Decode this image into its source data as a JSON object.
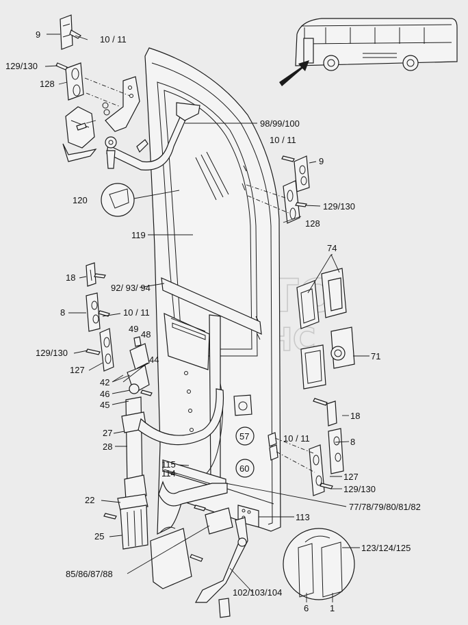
{
  "watermark": [
    "АВТО",
    "АЛЬЯНС"
  ],
  "labels": {
    "l9a": "9",
    "l10_11a": "10 / 11",
    "l129_130a": "129/130",
    "l128a": "128",
    "l98": "98/99/100",
    "l10_11b": "10 / 11",
    "l9b": "9",
    "l129_130b": "129/130",
    "l128b": "128",
    "l120": "120",
    "l119": "119",
    "l74": "74",
    "l18a": "18",
    "l92": "92/ 93/ 94",
    "l8a": "8",
    "l10_11c": "10 / 11",
    "l49": "49",
    "l48": "48",
    "l129_130c": "129/130",
    "l127a": "127",
    "l44": "44",
    "l42": "42",
    "l46": "46",
    "l45": "45",
    "l71": "71",
    "l18b": "18",
    "l27": "27",
    "l57": "57",
    "l10_11d": "10 / 11",
    "l8b": "8",
    "l28": "28",
    "l60": "60",
    "l115": "115",
    "l114": "114",
    "l127b": "127",
    "l129_130d": "129/130",
    "l22": "22",
    "l77": "77/78/79/80/81/82",
    "l113": "113",
    "l25": "25",
    "l123": "123/124/125",
    "l85": "85/86/87/88",
    "l102": "102/103/104",
    "l6": "6",
    "l1": "1"
  }
}
